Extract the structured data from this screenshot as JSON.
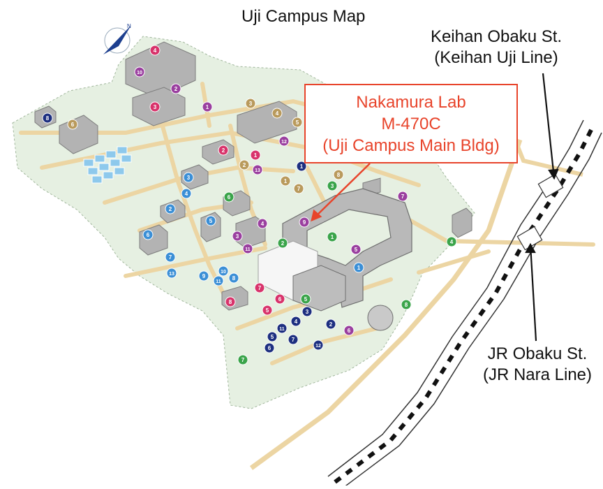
{
  "title": "Uji Campus Map",
  "callout": {
    "lines": [
      "Nakamura Lab",
      "M-470C",
      "(Uji Campus Main Bldg)"
    ],
    "color": "#e8442b"
  },
  "stations": {
    "keihan": {
      "lines": [
        "Keihan Obaku St.",
        "(Keihan Uji Line)"
      ]
    },
    "jr": {
      "lines": [
        "JR Obaku St.",
        "(JR Nara Line)"
      ]
    }
  },
  "colors": {
    "campus": "#e6f0e2",
    "road": "#ecd5a3",
    "building": "#a9a9a9",
    "marker_red": "#d8336b",
    "marker_green": "#3aa44a",
    "marker_blue": "#3b8fd6",
    "marker_navy": "#1d2f80",
    "marker_tan": "#b99a5c",
    "marker_purple": "#9a3f9f",
    "compass": "#1d3f8f"
  },
  "markers": [
    {
      "n": "4",
      "c": "red"
    },
    {
      "n": "10",
      "c": "purple"
    },
    {
      "n": "2",
      "c": "purple"
    },
    {
      "n": "3",
      "c": "red"
    },
    {
      "n": "1",
      "c": "purple"
    },
    {
      "n": "8",
      "c": "navy"
    },
    {
      "n": "6",
      "c": "tan"
    },
    {
      "n": "3",
      "c": "tan"
    },
    {
      "n": "4",
      "c": "tan"
    },
    {
      "n": "5",
      "c": "tan"
    },
    {
      "n": "12",
      "c": "purple"
    },
    {
      "n": "2",
      "c": "red"
    },
    {
      "n": "1",
      "c": "red"
    },
    {
      "n": "2",
      "c": "tan"
    },
    {
      "n": "13",
      "c": "purple"
    },
    {
      "n": "1",
      "c": "navy"
    },
    {
      "n": "8",
      "c": "tan"
    },
    {
      "n": "3",
      "c": "green"
    },
    {
      "n": "1",
      "c": "tan"
    },
    {
      "n": "7",
      "c": "tan"
    },
    {
      "n": "3",
      "c": "blue"
    },
    {
      "n": "4",
      "c": "blue"
    },
    {
      "n": "6",
      "c": "green"
    },
    {
      "n": "2",
      "c": "blue"
    },
    {
      "n": "5",
      "c": "blue"
    },
    {
      "n": "4",
      "c": "purple"
    },
    {
      "n": "6",
      "c": "blue"
    },
    {
      "n": "3",
      "c": "purple"
    },
    {
      "n": "11",
      "c": "purple"
    },
    {
      "n": "9",
      "c": "purple"
    },
    {
      "n": "1",
      "c": "green"
    },
    {
      "n": "5",
      "c": "purple"
    },
    {
      "n": "2",
      "c": "green"
    },
    {
      "n": "7",
      "c": "blue"
    },
    {
      "n": "13",
      "c": "blue"
    },
    {
      "n": "9",
      "c": "blue"
    },
    {
      "n": "10",
      "c": "blue"
    },
    {
      "n": "11",
      "c": "blue"
    },
    {
      "n": "8",
      "c": "blue"
    },
    {
      "n": "1",
      "c": "blue"
    },
    {
      "n": "7",
      "c": "red"
    },
    {
      "n": "8",
      "c": "red"
    },
    {
      "n": "6",
      "c": "red"
    },
    {
      "n": "5",
      "c": "red"
    },
    {
      "n": "5",
      "c": "green"
    },
    {
      "n": "3",
      "c": "navy"
    },
    {
      "n": "4",
      "c": "navy"
    },
    {
      "n": "11",
      "c": "navy"
    },
    {
      "n": "5",
      "c": "navy"
    },
    {
      "n": "7",
      "c": "navy"
    },
    {
      "n": "6",
      "c": "navy"
    },
    {
      "n": "12",
      "c": "navy"
    },
    {
      "n": "2",
      "c": "navy"
    },
    {
      "n": "6",
      "c": "purple"
    },
    {
      "n": "7",
      "c": "green"
    },
    {
      "n": "8",
      "c": "green"
    },
    {
      "n": "7",
      "c": "purple"
    },
    {
      "n": "4",
      "c": "green"
    }
  ]
}
